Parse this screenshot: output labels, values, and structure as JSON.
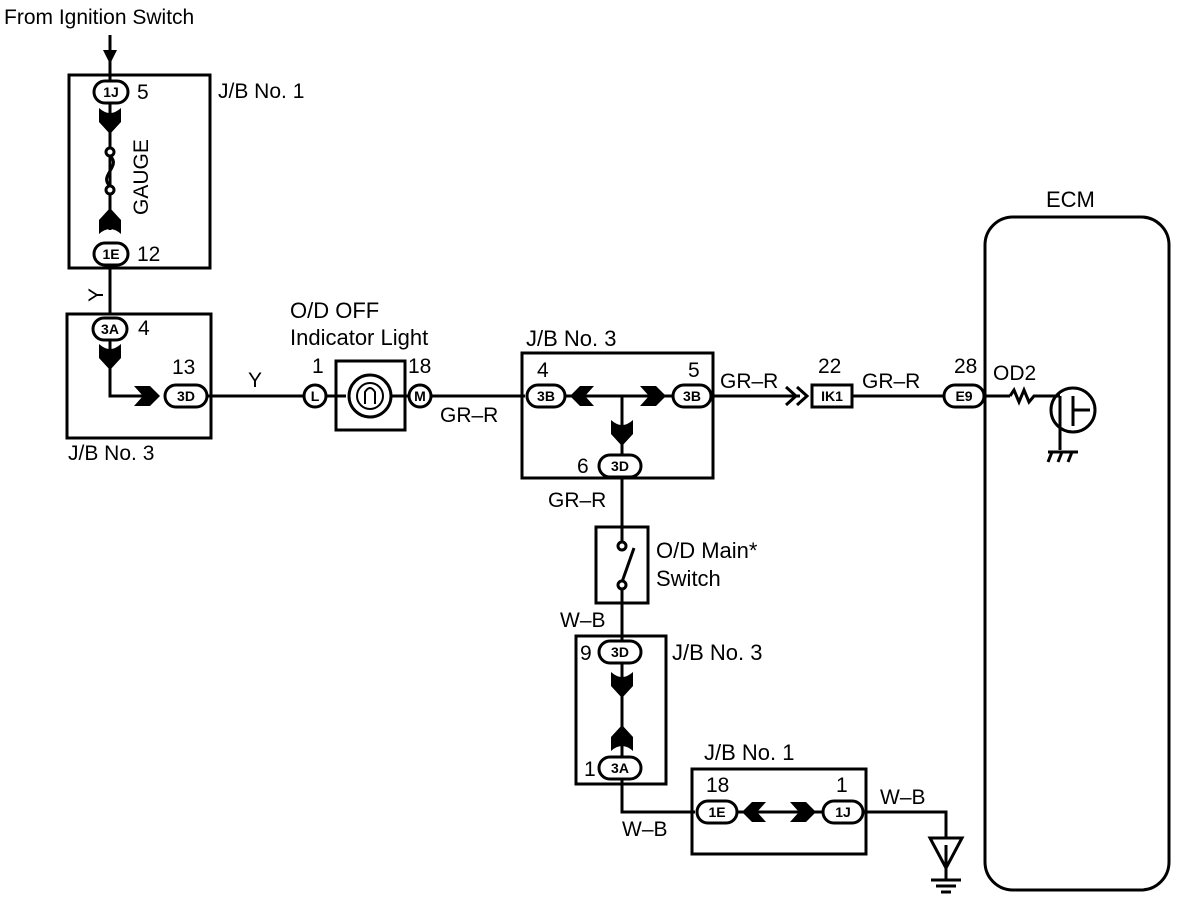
{
  "labels": {
    "ignition": "From Ignition Switch",
    "jb1_top": "J/B No. 1",
    "gauge": "GAUGE",
    "jb3_left": "J/B No. 3",
    "od_off_1": "O/D OFF",
    "od_off_2": "Indicator Light",
    "jb3_mid": "J/B No. 3",
    "ecm": "ECM",
    "od_main_1": "O/D Main*",
    "od_main_2": "Switch",
    "jb3_low": "J/B No. 3",
    "jb1_bottom": "J/B No. 1"
  },
  "connectors": {
    "c1J_top": "1J",
    "c1E_top": "1E",
    "c3A_left": "3A",
    "c3D_left": "3D",
    "cL": "L",
    "cM": "M",
    "c3B_a": "3B",
    "c3B_b": "3B",
    "c3D_mid": "3D",
    "cIK1": "IK1",
    "cE9": "E9",
    "c3D_low": "3D",
    "c3A_low": "3A",
    "c1E_bot": "1E",
    "c1J_bot": "1J"
  },
  "pins": {
    "p5": "5",
    "p12": "12",
    "p4_left": "4",
    "p13": "13",
    "p1_light": "1",
    "p18_light": "18",
    "p4_mid": "4",
    "p5_mid": "5",
    "p6": "6",
    "p22": "22",
    "p28": "28",
    "p9": "9",
    "p1_low": "1",
    "p18_bot": "18",
    "p1_bot": "1"
  },
  "wires": {
    "y_vert": "Y",
    "y_horiz": "Y",
    "grr_1": "GR–R",
    "grr_2": "GR–R",
    "grr_3": "GR–R",
    "grr_4": "GR–R",
    "od2": "OD2",
    "wb_1": "W–B",
    "wb_2": "W–B",
    "wb_3": "W–B"
  }
}
